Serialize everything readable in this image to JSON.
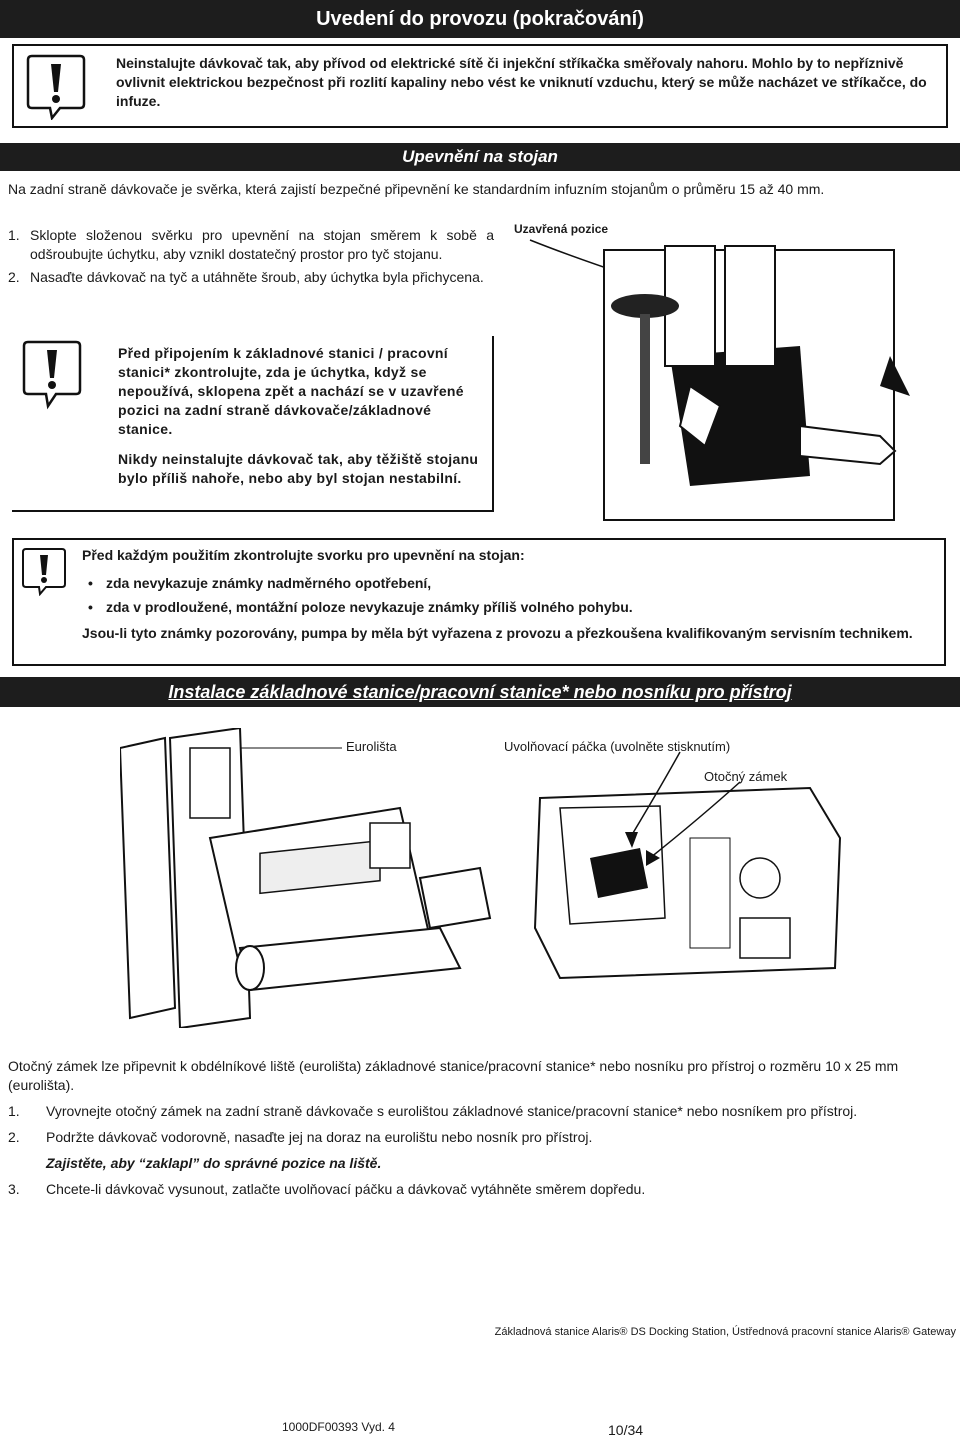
{
  "header": {
    "title": "Uvedení do provozu (pokračování)"
  },
  "warning1": {
    "text": "Neinstalujte dávkovač tak, aby přívod od elektrické sítě či injekční stříkačka směřovaly nahoru. Mohlo by to nepříznivě ovlivnit elektrickou bezpečnost při rozlití kapaliny nebo vést ke vniknutí vzduchu, který se může nacházet ve stříkačce, do infuze."
  },
  "section1": {
    "title": "Upevnění na stojan",
    "intro": "Na zadní straně dávkovače je svěrka, která zajistí bezpečné připevnění ke standardním infuzním stojanům o průměru 15 až 40 mm.",
    "steps": [
      {
        "num": "1.",
        "text": "Sklopte složenou svěrku pro upevnění na stojan směrem k sobě a odšroubujte úchytku, aby vznikl dostatečný prostor pro tyč stojanu."
      },
      {
        "num": "2.",
        "text": "Nasaďte dávkovač na tyč a utáhněte šroub, aby úchytka byla přichycena."
      }
    ],
    "figure_label": "Uzavřená pozice",
    "warning_p1": "Před připojením k základnové stanici / pracovní stanici* zkontrolujte, zda je úchytka, když se nepoužívá, sklopena zpět a nachází se v uzavřené pozici na zadní straně dávkovače/základnové stanice.",
    "warning_p2": "Nikdy neinstalujte dávkovač tak, aby těžiště stojanu bylo příliš nahoře, nebo aby byl stojan nestabilní."
  },
  "warning3": {
    "title": "Před každým použitím zkontrolujte svorku pro upevnění na stojan:",
    "bullets": [
      "zda nevykazuje známky nadměrného opotřebení,",
      "zda v prodloužené, montážní poloze nevykazuje známky příliš volného pohybu."
    ],
    "footer": "Jsou-li tyto známky pozorovány, pumpa by měla být vyřazena z provozu a přezkoušena kvalifikovaným servisním technikem."
  },
  "section2": {
    "title": "Instalace základnové stanice/pracovní stanice* nebo nosníku pro přístroj",
    "label_eurolista": "Eurolišta",
    "label_release": "Uvolňovací páčka (uvolněte stisknutím)",
    "label_lock": "Otočný zámek",
    "intro": "Otočný zámek lze připevnit k obdélníkové liště (eurolišta) základnové stanice/pracovní stanice* nebo nosníku pro přístroj o rozměru 10 x 25 mm (eurolišta).",
    "steps": [
      {
        "num": "1.",
        "text": "Vyrovnejte otočný zámek na zadní straně dávkovače s eurolištou základnové stanice/pracovní stanice* nebo nosníkem pro přístroj."
      },
      {
        "num": "2.",
        "text": "Podržte dávkovač vodorovně, nasaďte jej na doraz na eurolištu nebo nosník pro přístroj."
      },
      {
        "num": "",
        "text": "Zajistěte, aby “zaklapl” do správné pozice na liště."
      },
      {
        "num": "3.",
        "text": "Chcete-li dávkovač vysunout, zatlačte uvolňovací páčku a dávkovač vytáhněte směrem dopředu."
      }
    ],
    "caption": "Základnová stanice Alaris® DS Docking Station, Ústřednová pracovní stanice Alaris® Gateway"
  },
  "footer": {
    "doc_id": "1000DF00393 Vyd. 4",
    "page": "10/34"
  }
}
